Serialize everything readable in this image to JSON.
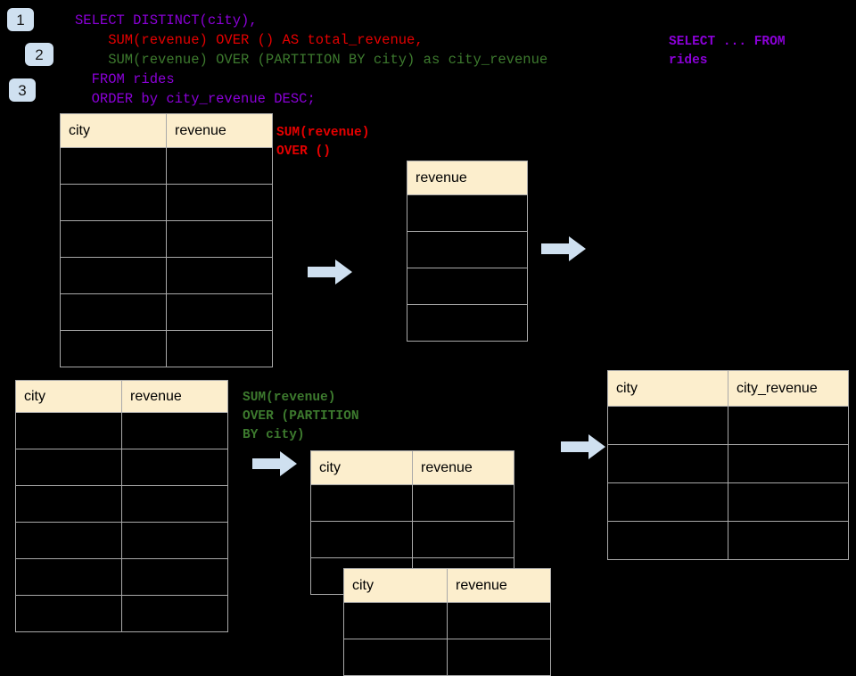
{
  "page": {
    "background": "#000000",
    "accent_blue": "#cfe0f0",
    "header_cream": "#fceecd",
    "border_gray": "#a9a9a9"
  },
  "badges": [
    {
      "label": "1"
    },
    {
      "label": "2"
    },
    {
      "label": "3"
    }
  ],
  "sql": {
    "line1": "SELECT DISTINCT(city),",
    "line2": "    SUM(revenue) OVER () AS total_revenue,",
    "line3": "    SUM(revenue) OVER (PARTITION BY city) as city_revenue",
    "line4": "  FROM rides",
    "line5": "  ORDER by city_revenue DESC;",
    "colors": {
      "line1": "#8b00d8",
      "line2": "#e60000",
      "line3": "#3d7a2e",
      "line4": "#8b00d8",
      "line5": "#8b00d8"
    }
  },
  "annotations": {
    "select_from": "SELECT ... FROM\nrides",
    "sum_over_empty": "SUM(revenue)\nOVER ()",
    "sum_over_partition": "SUM(revenue)\nOVER (PARTITION\nBY city)"
  },
  "tables": {
    "source_top": {
      "name": "rides-source-table",
      "headers": [
        "city",
        "revenue"
      ],
      "row_count": 6
    },
    "total_revenue": {
      "name": "total-revenue-table",
      "headers": [
        "revenue"
      ],
      "row_count": 4
    },
    "source_bottom": {
      "name": "rides-source-table-partitioned",
      "headers": [
        "city",
        "revenue"
      ],
      "row_count": 6
    },
    "partition_a": {
      "name": "partition-group-a-table",
      "headers": [
        "city",
        "revenue"
      ],
      "row_count": 3
    },
    "partition_b": {
      "name": "partition-group-b-table",
      "headers": [
        "city",
        "revenue"
      ],
      "row_count": 2
    },
    "result": {
      "name": "city-revenue-result-table",
      "headers": [
        "city",
        "city_revenue"
      ],
      "row_count": 4
    }
  },
  "arrows": [
    {
      "name": "arrow-source-to-total"
    },
    {
      "name": "arrow-total-to-result"
    },
    {
      "name": "arrow-source-to-partition"
    },
    {
      "name": "arrow-partition-to-result"
    }
  ]
}
